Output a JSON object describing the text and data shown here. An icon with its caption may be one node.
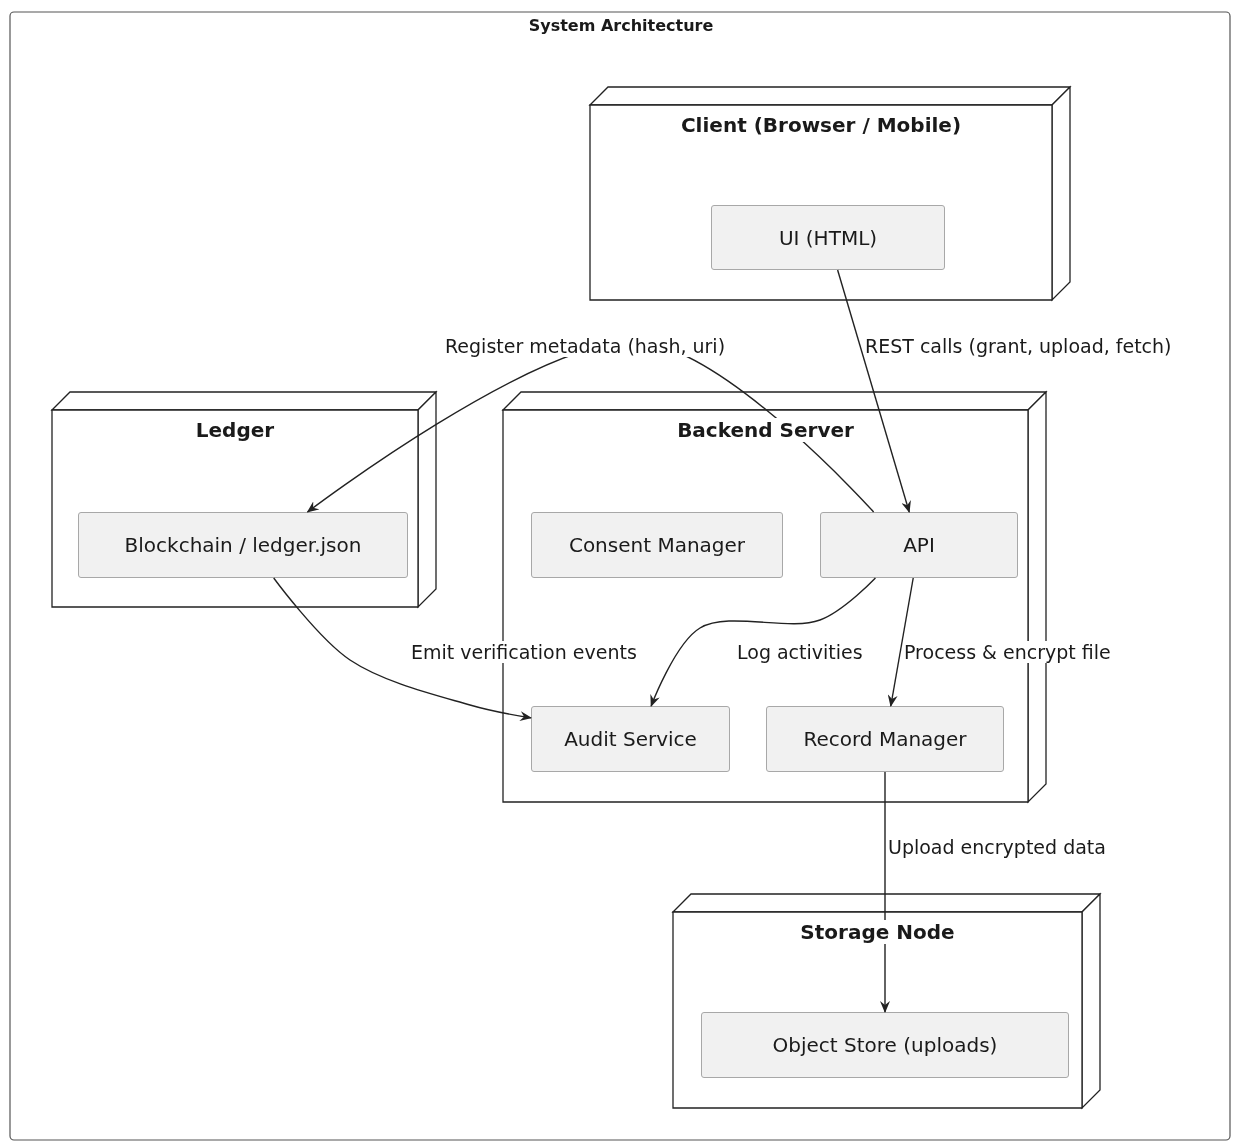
{
  "diagram": {
    "title": "System Architecture",
    "nodes": [
      {
        "text": [
          "Client (Browser / Mobile)"
        ]
      },
      {
        "text": [
          "UI (HTML)"
        ],
        "in": 0
      },
      {
        "text": [
          "Ledger"
        ]
      },
      {
        "text": [
          "Blockchain / ledger.json"
        ],
        "in": 2
      },
      {
        "text": [
          "Backend Server"
        ]
      },
      {
        "text": [
          "Consent Manager"
        ],
        "in": 4
      },
      {
        "text": [
          "API"
        ],
        "in": 4
      },
      {
        "text": [
          "Audit Service"
        ],
        "in": 4
      },
      {
        "text": [
          "Record Manager"
        ],
        "in": 4
      },
      {
        "text": [
          "Storage Node"
        ]
      },
      {
        "text": [
          "Object Store (uploads)"
        ],
        "in": 9
      }
    ],
    "edges": [
      {
        "from": 1,
        "to": 6,
        "arrow": "to",
        "label": "REST calls (grant, upload, fetch)"
      },
      {
        "from": 6,
        "to": 3,
        "arrow": "to",
        "label": "Register metadata (hash, uri)"
      },
      {
        "from": 3,
        "to": 7,
        "arrow": "to",
        "label": "Emit verification events"
      },
      {
        "from": 6,
        "to": 7,
        "arrow": "to",
        "label": "Log activities"
      },
      {
        "from": 6,
        "to": 8,
        "arrow": "to",
        "label": "Process & encrypt file"
      },
      {
        "from": 8,
        "to": 10,
        "arrow": "to",
        "label": "Upload encrypted data"
      }
    ]
  }
}
